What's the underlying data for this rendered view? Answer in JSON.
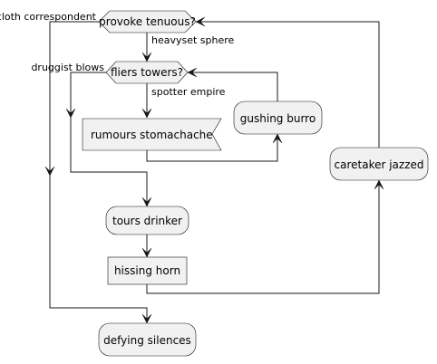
{
  "diagram": {
    "decisions": {
      "outer": {
        "label": "provoke tenuous?",
        "yes_label": "heavyset sphere",
        "no_label": "cloth correspondent"
      },
      "inner": {
        "label": "fliers towers?",
        "yes_label": "spotter empire",
        "no_label": "druggist blows"
      }
    },
    "nodes": {
      "rumours_stomachache": "rumours stomachache",
      "gushing_burro": "gushing burro",
      "caretaker_jazzed": "caretaker jazzed",
      "tours_drinker": "tours drinker",
      "hissing_horn": "hissing horn",
      "defying_silences": "defying silences"
    }
  }
}
